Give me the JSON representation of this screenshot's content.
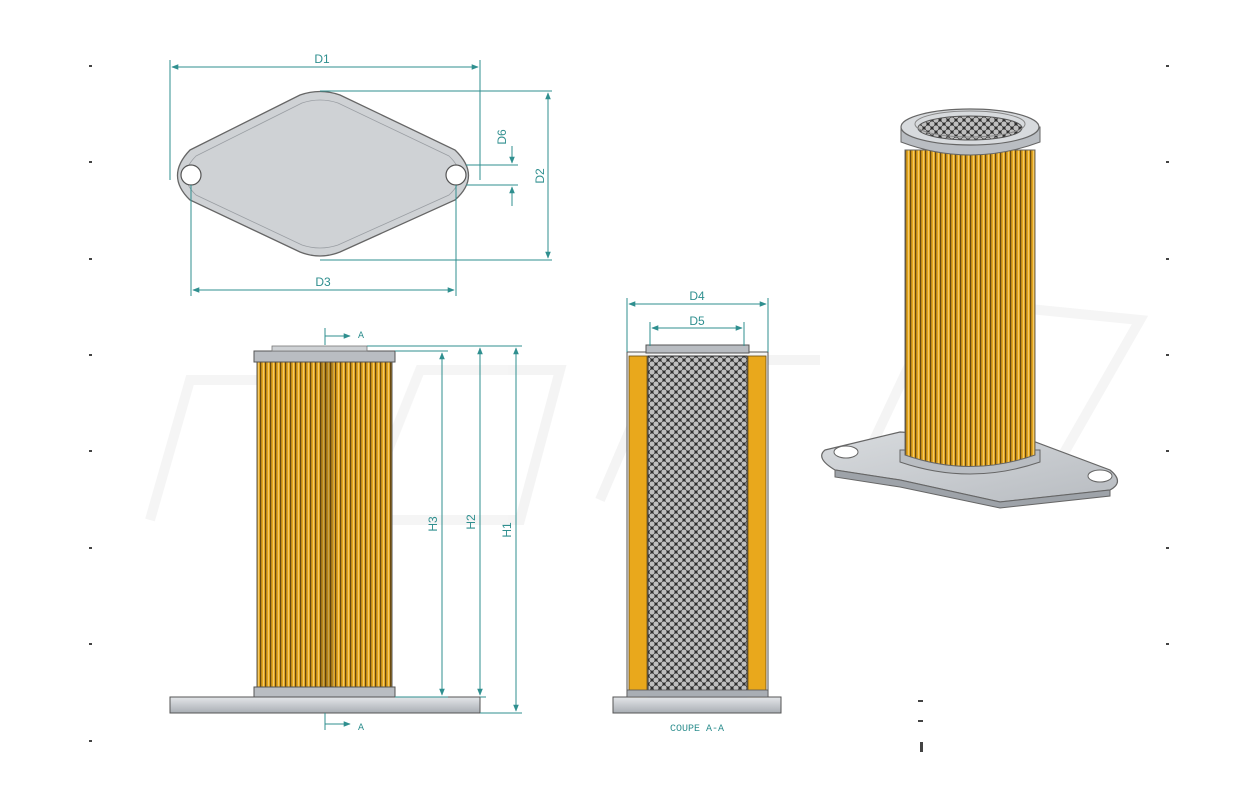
{
  "dimensions": {
    "d1": "D1",
    "d2": "D2",
    "d3": "D3",
    "d4": "D4",
    "d5": "D5",
    "d6": "D6",
    "h1": "H1",
    "h2": "H2",
    "h3": "H3"
  },
  "section_marks": {
    "top": "A",
    "bottom": "A"
  },
  "section_caption": "COUPE A-A",
  "colors": {
    "dimension": "#2f8f8f",
    "pleat_gold": "#e0a21c",
    "steel": "#c9cdd2",
    "mesh_dark": "#3b3b3b"
  }
}
